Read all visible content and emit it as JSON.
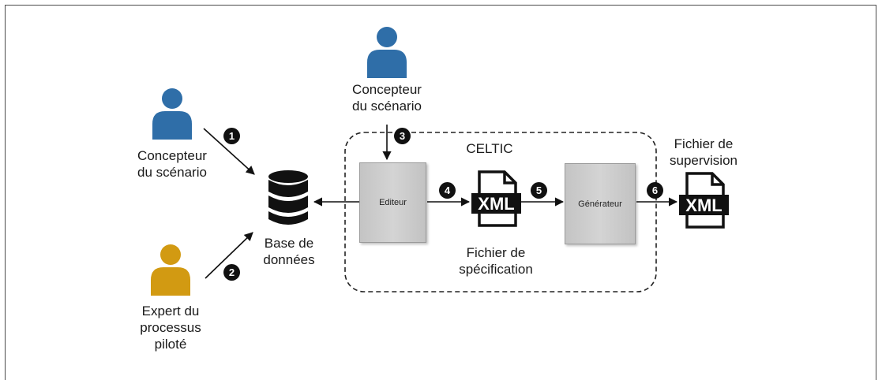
{
  "actors": {
    "designer_top": "Concepteur\ndu scénario",
    "designer_left": "Concepteur\ndu scénario",
    "expert": "Expert du\nprocessus\npiloté"
  },
  "database": {
    "label": "Base de\ndonnées"
  },
  "celtic": {
    "title": "CELTIC"
  },
  "boxes": {
    "editor": "Editeur",
    "generator": "Générateur"
  },
  "files": {
    "spec_label": "Fichier de\nspécification",
    "supervision_label": "Fichier de\nsupervision",
    "xml_text": "XML"
  },
  "steps": [
    "1",
    "2",
    "3",
    "4",
    "5",
    "6"
  ],
  "colors": {
    "designer": "#2f6ea8",
    "expert": "#d29a12",
    "border": "#4a4a4a"
  }
}
